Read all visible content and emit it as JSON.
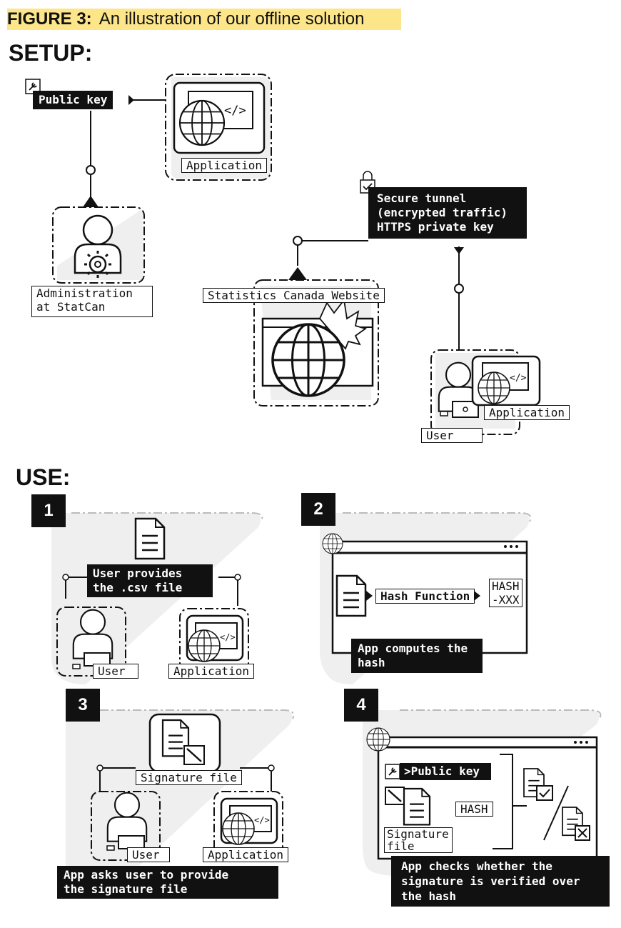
{
  "figure": {
    "number": "FIGURE 3:",
    "caption": "An illustration of our offline solution"
  },
  "setup": {
    "heading": "SETUP:",
    "public_key": "Public key",
    "application": "Application",
    "admin": [
      "Administration",
      "at StatCan"
    ],
    "tunnel": "Secure tunnel\n(encrypted traffic)\nHTTPS private key",
    "website": "Statistics Canada Website",
    "user_application": "Application",
    "user": "User"
  },
  "use": {
    "heading": "USE:",
    "step1": {
      "number": "1",
      "caption": "User provides\nthe .csv file",
      "user": "User",
      "application": "Application"
    },
    "step2": {
      "number": "2",
      "hash_function": "Hash Function",
      "hash_out": [
        "HASH",
        "-XXX"
      ],
      "caption": "App computes the\nhash"
    },
    "step3": {
      "number": "3",
      "signature": "Signature file",
      "user": "User",
      "application": "Application",
      "caption": "App asks user to provide\nthe signature file"
    },
    "step4": {
      "number": "4",
      "public_key": ">Public key",
      "hash": "HASH",
      "signature": [
        "Signature",
        "file"
      ],
      "caption": "App checks whether the\nsignature is verified over\nthe hash"
    }
  },
  "colors": {
    "highlight": "#fde68a",
    "ink": "#111111",
    "panel": "#efefef"
  }
}
